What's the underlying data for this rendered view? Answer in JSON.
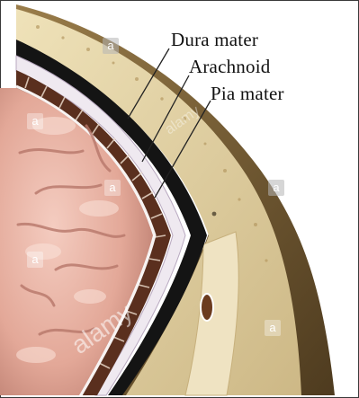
{
  "labels": {
    "dura_mater": "Dura mater",
    "arachnoid": "Arachnoid",
    "pia_mater": "Pia mater"
  },
  "watermark": {
    "brand": "alamy",
    "mark": "a"
  },
  "colors": {
    "brain": "#e9b3a6",
    "brain_shadow": "#c98a7c",
    "bone": "#e8d7a8",
    "scalp": "#7a6238",
    "dura": "#1a1a1a",
    "arachnoid_space": "#5a2f1e",
    "membrane": "#f4f1f4"
  }
}
